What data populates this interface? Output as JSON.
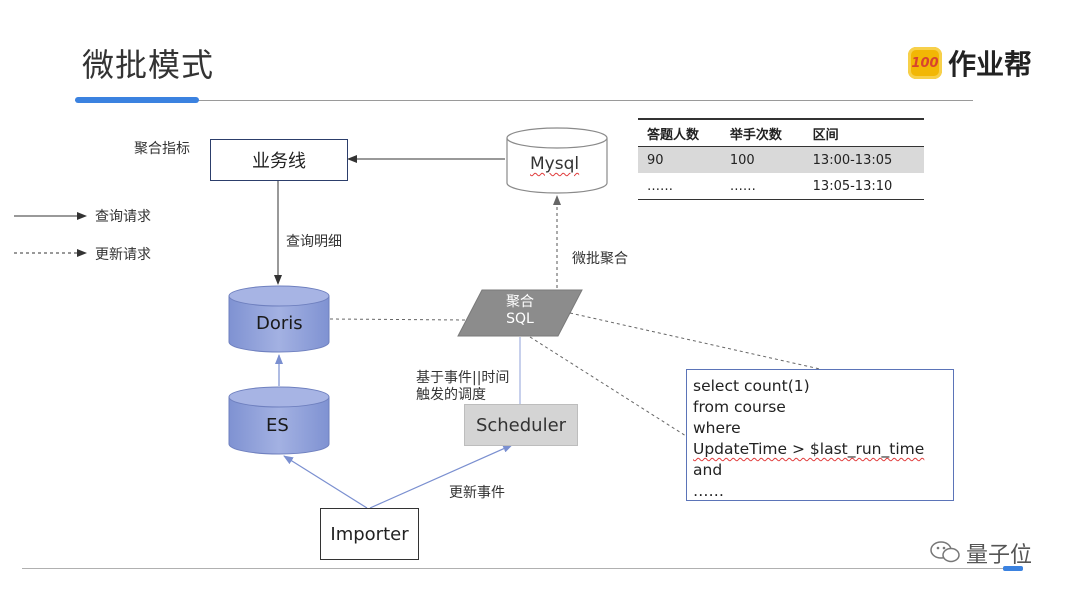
{
  "title": "微批模式",
  "logo": {
    "badge": "100",
    "text": "作业帮"
  },
  "legend": {
    "query": "查询请求",
    "update": "更新请求"
  },
  "nodes": {
    "yewu": "业务线",
    "mysql": "Mysql",
    "doris": "Doris",
    "es": "ES",
    "sql_agg": [
      "聚合",
      "SQL"
    ],
    "scheduler": "Scheduler",
    "importer": "Importer"
  },
  "labels": {
    "agg_metric": "聚合指标",
    "query_detail": "查询明细",
    "micro_batch_agg": "微批聚合",
    "schedule_basis": [
      "基于事件||时间",
      "触发的调度"
    ],
    "update_event": "更新事件"
  },
  "sql": {
    "lines": [
      "select count(1)",
      "from course",
      "where",
      "UpdateTime > $last_run_time",
      "and",
      "……"
    ]
  },
  "table": {
    "headers": [
      "答题人数",
      "举手次数",
      "区间"
    ],
    "rows": [
      [
        "90",
        "100",
        "13:00-13:05"
      ],
      [
        "……",
        "……",
        "13:05-13:10"
      ]
    ]
  },
  "watermark": "量子位",
  "colors": {
    "accent": "#3b82e0",
    "cylinder": "#8a9bd6",
    "sql_shape": "#8c8c8c"
  }
}
